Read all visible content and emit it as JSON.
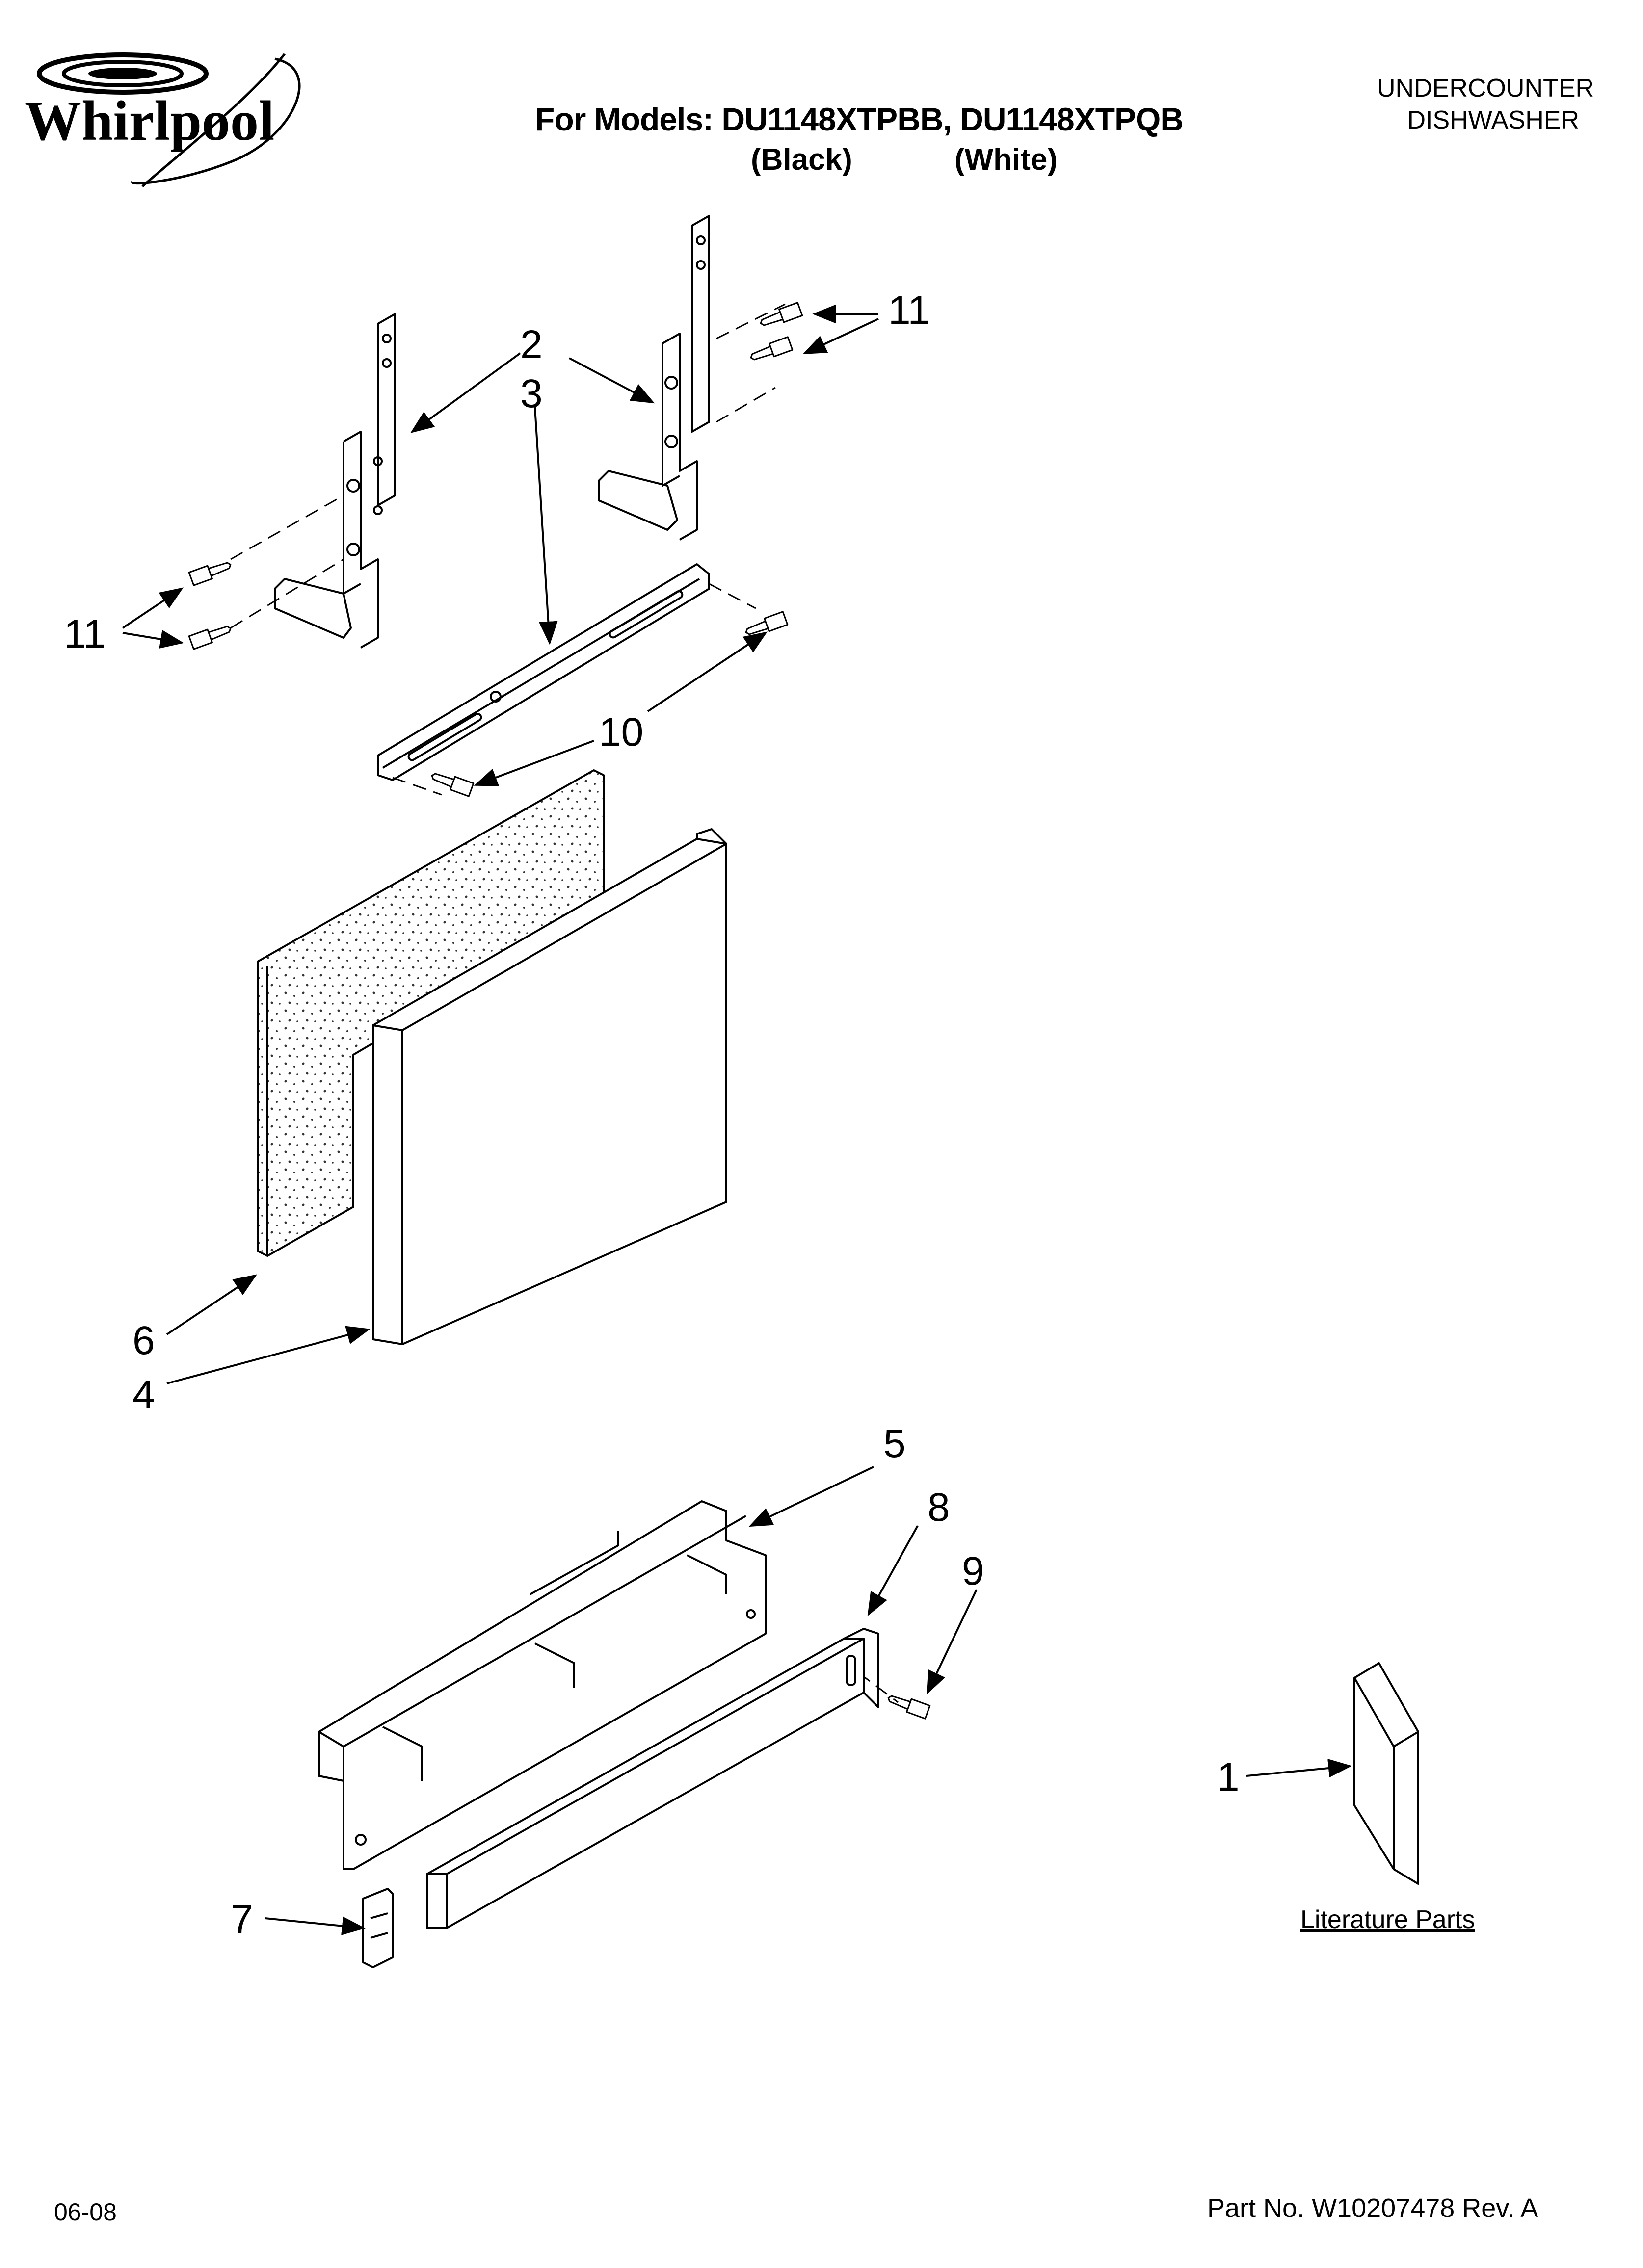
{
  "brand": "Whirlpool",
  "header": {
    "models_line": "For Models: DU1148XTPBB, DU1148XTPQB",
    "color_black": "(Black)",
    "color_white": "(White)",
    "category_line1": "UNDERCOUNTER",
    "category_line2": "DISHWASHER"
  },
  "callouts": {
    "c1": "1",
    "c2a": "2",
    "c2b": "2",
    "c3": "3",
    "c4": "4",
    "c5": "5",
    "c6": "6",
    "c7": "7",
    "c8": "8",
    "c9": "9",
    "c10": "10",
    "c11a": "11",
    "c11b": "11"
  },
  "literature_label": "Literature Parts",
  "footer": {
    "date": "06-08",
    "part_no": "Part No. W10207478 Rev. A"
  },
  "colors": {
    "ink": "#000000",
    "panel_fill": "#ffffff",
    "insulation_dot": "#333333"
  }
}
